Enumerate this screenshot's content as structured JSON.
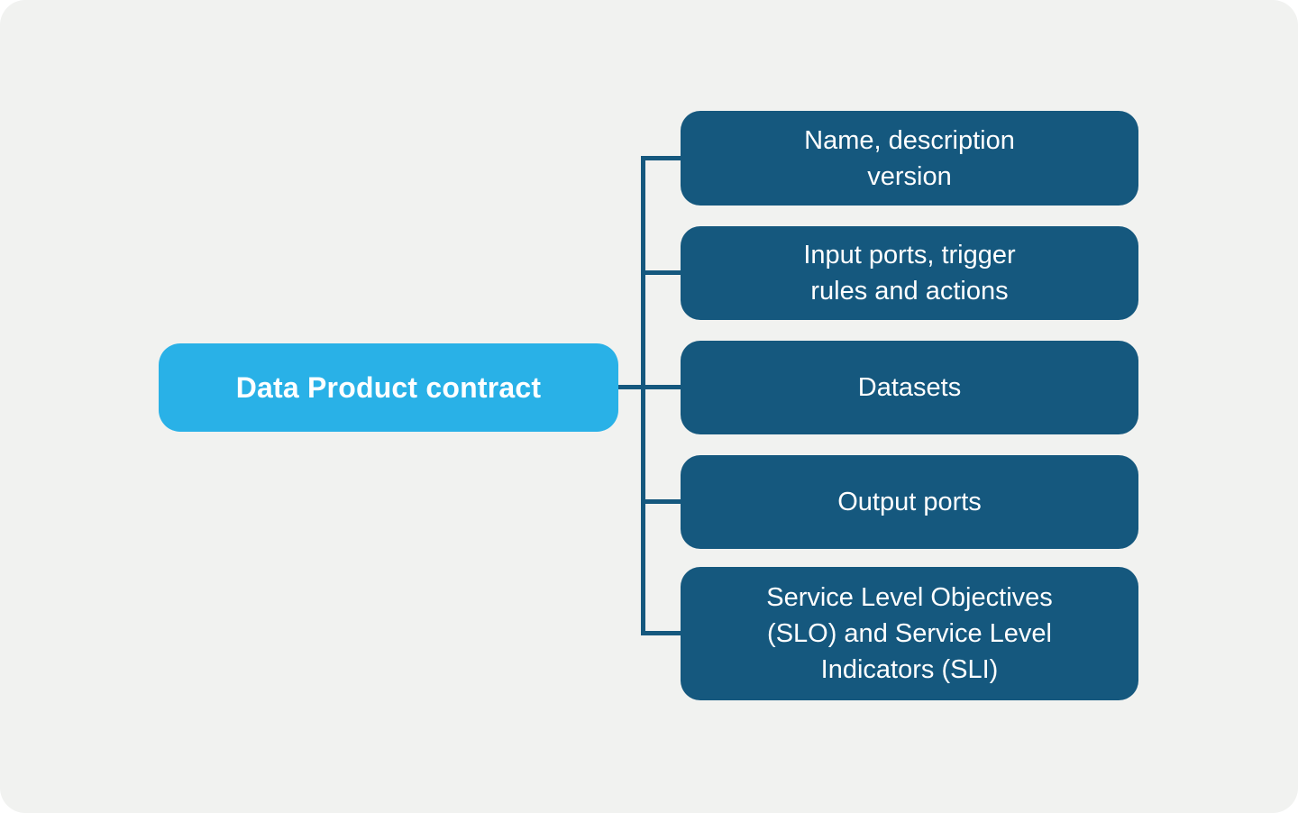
{
  "diagram": {
    "root": {
      "label": "Data Product contract"
    },
    "children": [
      {
        "lines": [
          "Name, description",
          "version"
        ]
      },
      {
        "lines": [
          "Input ports, trigger",
          "rules and actions"
        ]
      },
      {
        "lines": [
          "Datasets"
        ]
      },
      {
        "lines": [
          "Output ports"
        ]
      },
      {
        "lines": [
          "Service Level Objectives",
          "(SLO) and Service Level",
          "Indicators (SLI)"
        ]
      }
    ],
    "colors": {
      "page_bg": "#FFFFFF",
      "canvas_bg": "#F1F2F0",
      "root_fill": "#29B1E7",
      "child_fill": "#15587E",
      "connector": "#15587E",
      "text": "#FFFFFF"
    }
  }
}
